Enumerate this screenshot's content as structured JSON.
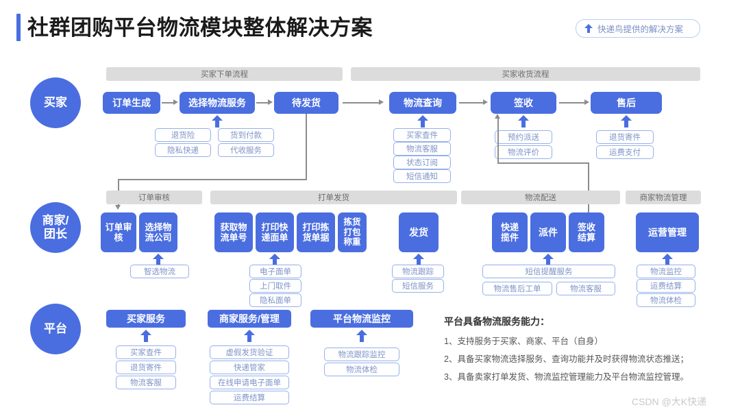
{
  "header": {
    "title": "社群团购平台物流模块整体解决方案",
    "badge": {
      "icon": "up-arrow-icon",
      "label": "快递鸟提供的解决方案"
    }
  },
  "colors": {
    "primary": "#4a6ee0",
    "band": "#dcdcdc",
    "chip_border": "#95b0ea",
    "chip_text": "#7f93c6",
    "connector": "#8c8c8c"
  },
  "roles": [
    {
      "label": "买家"
    },
    {
      "label": "商家/\n团长",
      "line1": "商家/",
      "line2": "团长"
    },
    {
      "label": "平台"
    }
  ],
  "bands": {
    "buyer": [
      {
        "label": "买家下单流程"
      },
      {
        "label": "买家收货流程"
      }
    ],
    "merchant": [
      {
        "label": "订单审核"
      },
      {
        "label": "打单发货"
      },
      {
        "label": "物流配送"
      },
      {
        "label": "商家物流管理"
      }
    ]
  },
  "buyer_row": {
    "nodes": [
      {
        "label": "订单生成"
      },
      {
        "label": "选择物流服务"
      },
      {
        "label": "待发货"
      },
      {
        "label": "物流查询"
      },
      {
        "label": "签收"
      },
      {
        "label": "售后"
      }
    ],
    "chips": {
      "select_service": [
        "退货险",
        "货到付款",
        "隐私快递",
        "代收服务"
      ],
      "logistics_query": [
        "买家查件",
        "物流客服",
        "状态订阅",
        "短信通知"
      ],
      "sign": [
        "预约派送",
        "物流评价"
      ],
      "after_sales": [
        "退货寄件",
        "运费支付"
      ]
    }
  },
  "merchant_row": {
    "nodes": [
      {
        "label": "订单审核",
        "line1": "订单审",
        "line2": "核"
      },
      {
        "label": "选择物流公司",
        "line1": "选择物",
        "line2": "流公司"
      },
      {
        "label": "获取物流单号",
        "line1": "获取物",
        "line2": "流单号"
      },
      {
        "label": "打印快递面单",
        "line1": "打印快",
        "line2": "递面单"
      },
      {
        "label": "打印拣货单据",
        "line1": "打印拣",
        "line2": "货单据"
      },
      {
        "label": "拣货打包称重",
        "line1": "拣货",
        "line2": "打包",
        "line3": "称重"
      },
      {
        "label": "发货"
      },
      {
        "label": "快递揽件",
        "line1": "快递",
        "line2": "揽件"
      },
      {
        "label": "派件"
      },
      {
        "label": "签收结算",
        "line1": "签收",
        "line2": "结算"
      },
      {
        "label": "运营管理"
      }
    ],
    "chips": {
      "select_company": [
        "智选物流"
      ],
      "print_waybill": [
        "电子面单",
        "上门取件",
        "隐私面单"
      ],
      "ship": [
        "物流跟踪",
        "短信服务"
      ],
      "delivery_wide": [
        "短信提醒服务"
      ],
      "delivery_pair": [
        "物流售后工单",
        "物流客服"
      ],
      "operation": [
        "物流监控",
        "运费结算",
        "物流体检"
      ]
    }
  },
  "platform_row": {
    "nodes": [
      {
        "label": "买家服务"
      },
      {
        "label": "商家服务/管理"
      },
      {
        "label": "平台物流监控"
      }
    ],
    "chips": {
      "buyer_service": [
        "买家查件",
        "退货寄件",
        "物流客服"
      ],
      "merchant_service": [
        "虚假发货验证",
        "快递管家",
        "在线申请电子面单",
        "运费结算"
      ],
      "platform_monitor": [
        "物流跟踪监控",
        "物流体检"
      ]
    }
  },
  "capability": {
    "title": "平台具备物流服务能力：",
    "lines": [
      "1、支持服务于买家、商家、平台（自身）",
      "2、具备买家物流选择服务、查询功能并及时获得物流状态推送；",
      "3、具备卖家打单发货、物流监控管理能力及平台物流监控管理。"
    ]
  },
  "watermark": "CSDN @大K快递"
}
